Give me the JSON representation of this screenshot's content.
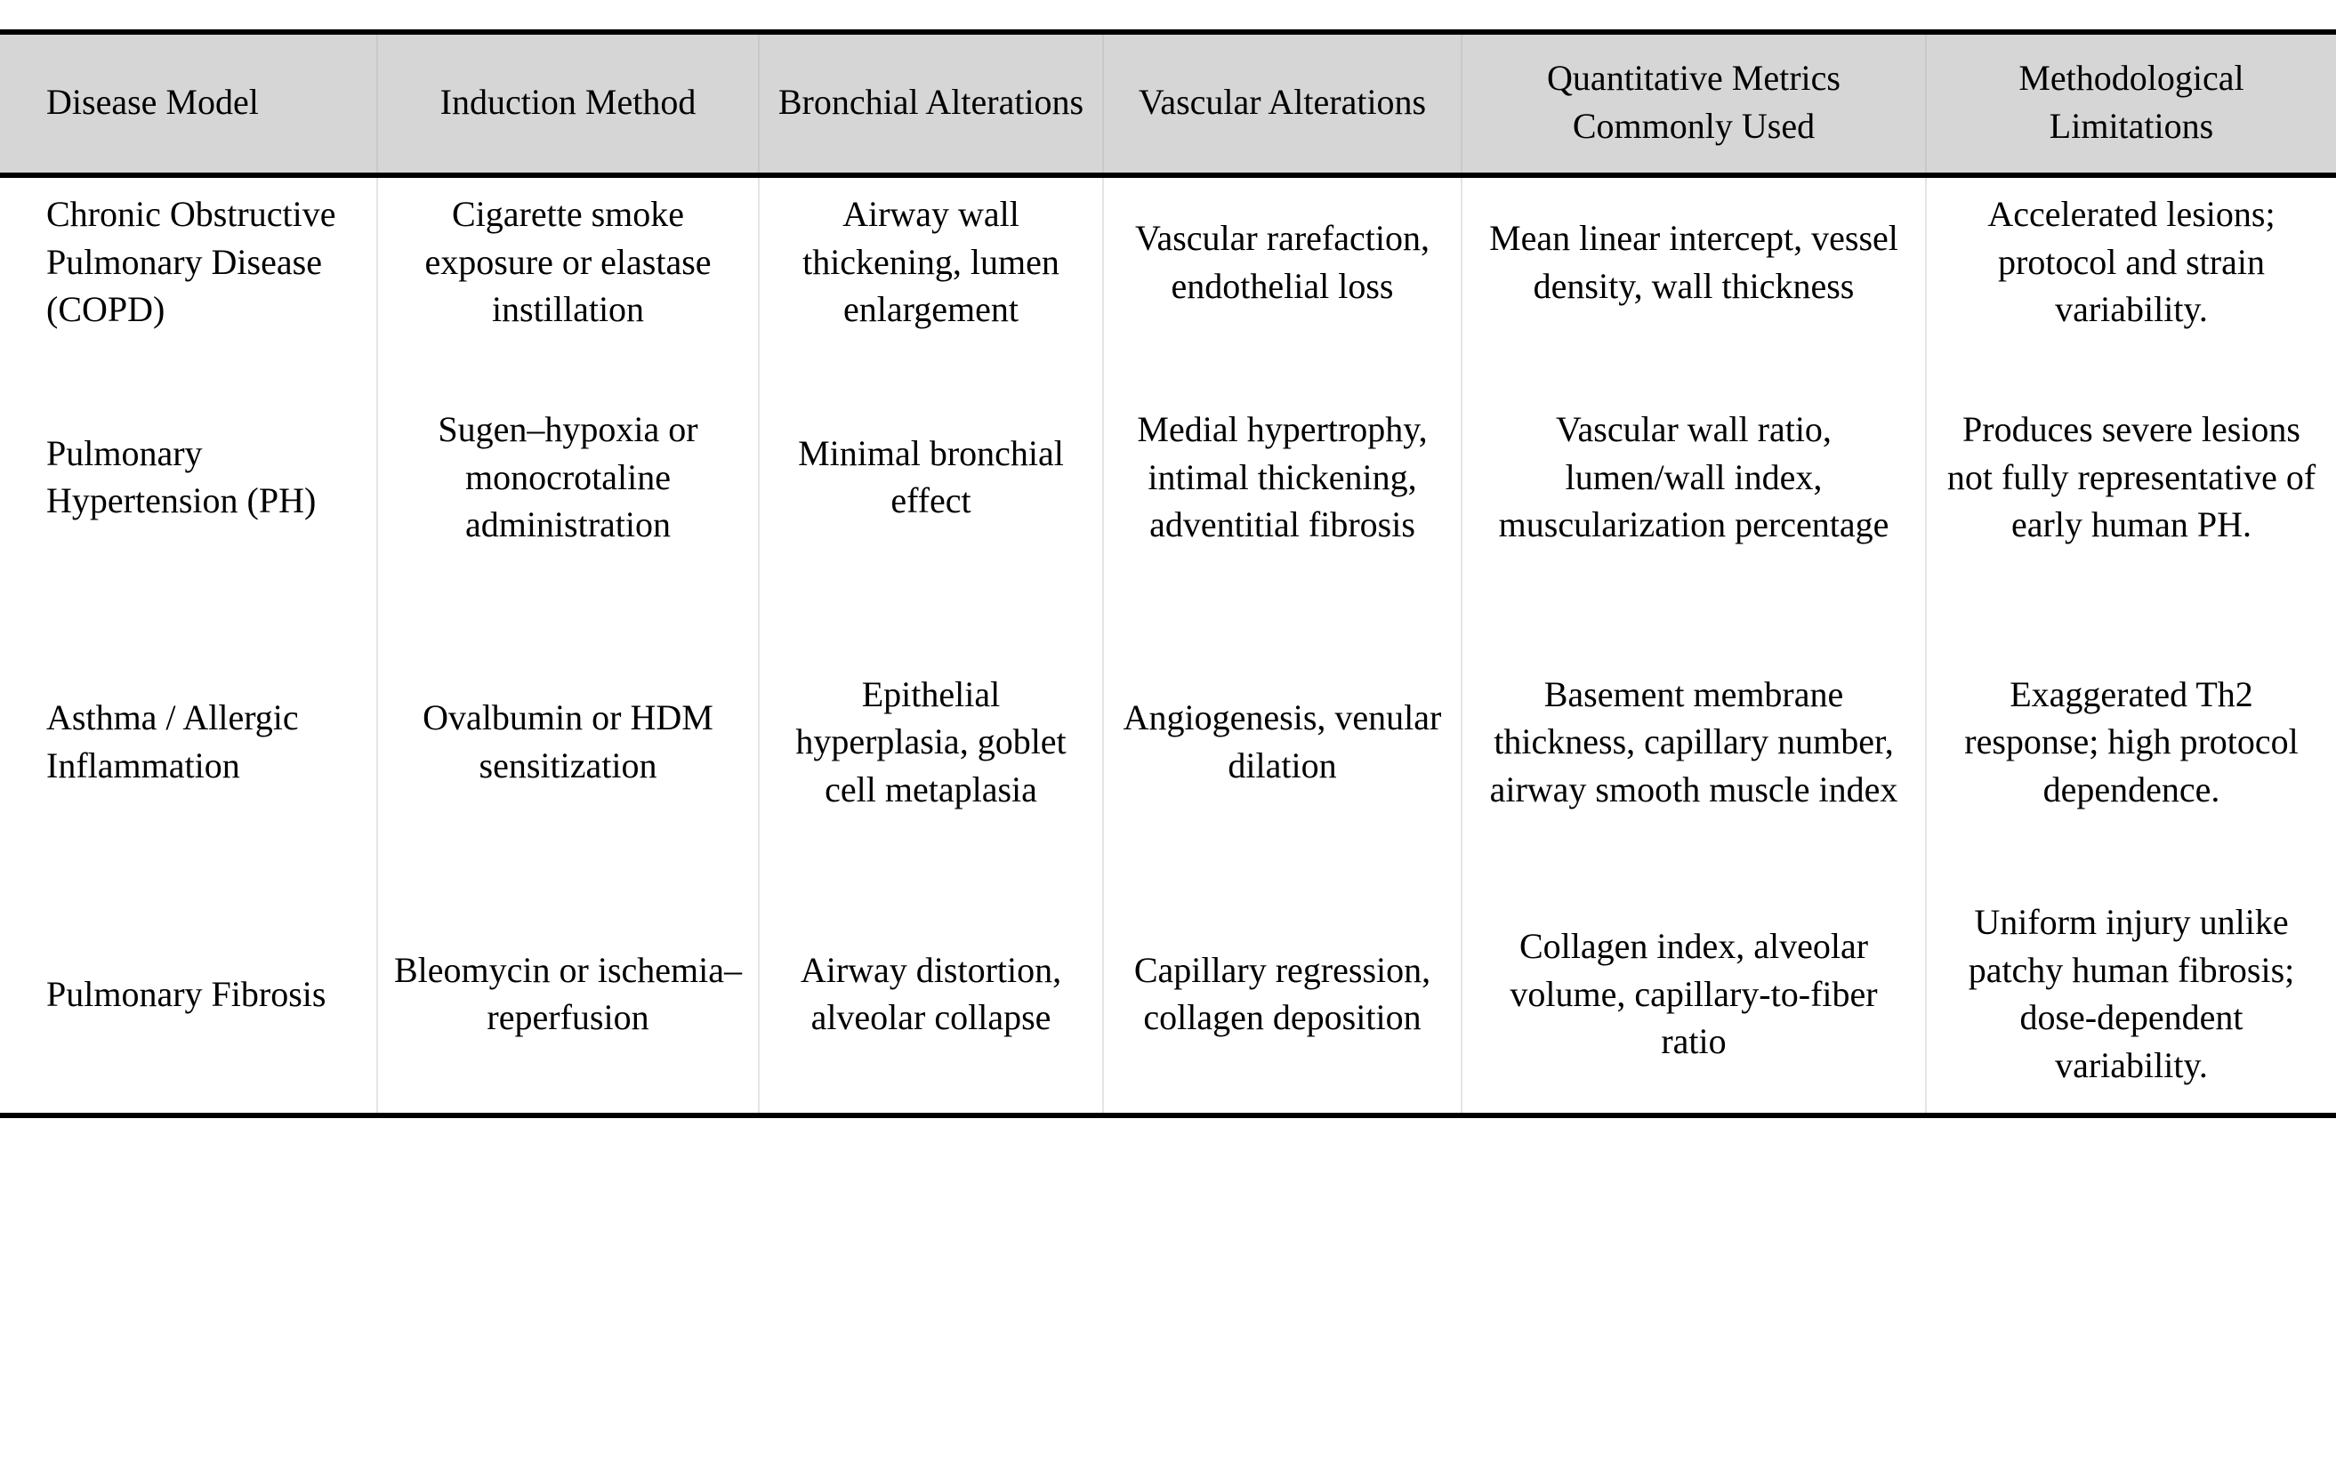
{
  "table": {
    "columns": [
      "Disease Model",
      "Induction Method",
      "Bronchial Alterations",
      "Vascular Alterations",
      "Quantitative Metrics Commonly Used",
      "Methodological Limitations"
    ],
    "header_background": "#d6d6d6",
    "rule_color": "#000000",
    "rows": [
      {
        "disease_model": "Chronic Obstructive Pulmonary Disease (COPD)",
        "induction_method": "Cigarette smoke exposure or elastase instillation",
        "bronchial_alterations": "Airway wall thickening, lumen enlargement",
        "vascular_alterations": "Vascular rarefaction, endothelial loss",
        "quantitative_metrics": "Mean linear intercept, vessel density, wall thickness",
        "methodological_limitations": "Accelerated lesions; protocol and strain variability."
      },
      {
        "disease_model": "Pulmonary Hypertension (PH)",
        "induction_method": "Sugen–hypoxia or monocrotaline administration",
        "bronchial_alterations": "Minimal bronchial effect",
        "vascular_alterations": "Medial hypertrophy, intimal thickening, adventitial fibrosis",
        "quantitative_metrics": "Vascular wall ratio, lumen/wall index, muscularization percentage",
        "methodological_limitations": "Produces severe lesions not fully representative of early human PH."
      },
      {
        "disease_model": "Asthma / Allergic Inflammation",
        "induction_method": "Ovalbumin or HDM sensitization",
        "bronchial_alterations": "Epithelial hyperplasia, goblet cell metaplasia",
        "vascular_alterations": "Angiogenesis, venular dilation",
        "quantitative_metrics": "Basement membrane thickness, capillary number, airway smooth muscle index",
        "methodological_limitations": "Exaggerated Th2 response; high protocol dependence."
      },
      {
        "disease_model": "Pulmonary Fibrosis",
        "induction_method": "Bleomycin or ischemia–reperfusion",
        "bronchial_alterations": "Airway distortion, alveolar collapse",
        "vascular_alterations": "Capillary regression, collagen deposition",
        "quantitative_metrics": "Collagen index, alveolar volume, capillary-to-fiber ratio",
        "methodological_limitations": "Uniform injury unlike patchy human fibrosis; dose-dependent variability."
      }
    ]
  }
}
